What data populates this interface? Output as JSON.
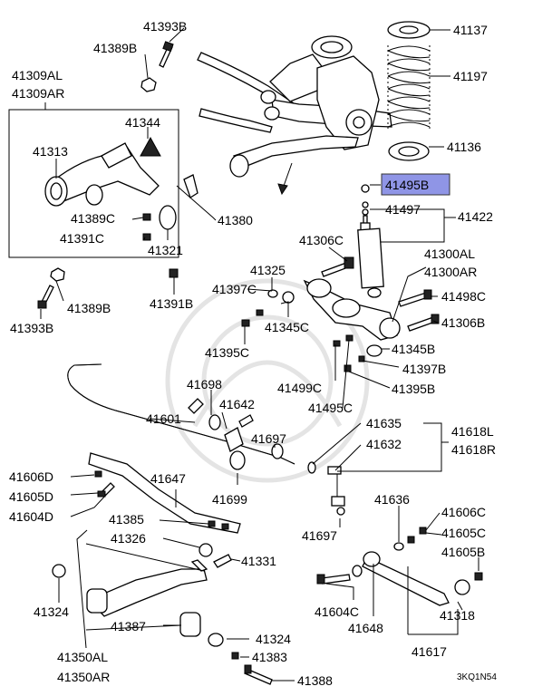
{
  "callouts": [
    {
      "id": "41393B",
      "text": "41393B"
    },
    {
      "id": "41389B_top",
      "text": "41389B"
    },
    {
      "id": "41309AL",
      "text": "41309AL"
    },
    {
      "id": "41309AR",
      "text": "41309AR"
    },
    {
      "id": "41344",
      "text": "41344"
    },
    {
      "id": "41313",
      "text": "41313"
    },
    {
      "id": "41389C",
      "text": "41389C"
    },
    {
      "id": "41391C",
      "text": "41391C"
    },
    {
      "id": "41321",
      "text": "41321"
    },
    {
      "id": "41380",
      "text": "41380"
    },
    {
      "id": "41389B_bottom",
      "text": "41389B"
    },
    {
      "id": "41393B_bottom",
      "text": "41393B"
    },
    {
      "id": "41391B",
      "text": "41391B"
    },
    {
      "id": "41137",
      "text": "41137"
    },
    {
      "id": "41197",
      "text": "41197"
    },
    {
      "id": "41136",
      "text": "41136"
    },
    {
      "id": "41495B",
      "text": "41495B",
      "highlighted": true
    },
    {
      "id": "41497",
      "text": "41497"
    },
    {
      "id": "41422",
      "text": "41422"
    },
    {
      "id": "41306C",
      "text": "41306C"
    },
    {
      "id": "41325",
      "text": "41325"
    },
    {
      "id": "41397C",
      "text": "41397C"
    },
    {
      "id": "41345C",
      "text": "41345C"
    },
    {
      "id": "41300AL",
      "text": "41300AL"
    },
    {
      "id": "41300AR",
      "text": "41300AR"
    },
    {
      "id": "41498C",
      "text": "41498C"
    },
    {
      "id": "41306B",
      "text": "41306B"
    },
    {
      "id": "41395C",
      "text": "41395C"
    },
    {
      "id": "41345B",
      "text": "41345B"
    },
    {
      "id": "41397B",
      "text": "41397B"
    },
    {
      "id": "41499C",
      "text": "41499C"
    },
    {
      "id": "41395B",
      "text": "41395B"
    },
    {
      "id": "41495C",
      "text": "41495C"
    },
    {
      "id": "41698",
      "text": "41698"
    },
    {
      "id": "41642",
      "text": "41642"
    },
    {
      "id": "41601",
      "text": "41601"
    },
    {
      "id": "41697_top",
      "text": "41697"
    },
    {
      "id": "41699",
      "text": "41699"
    },
    {
      "id": "41635",
      "text": "41635"
    },
    {
      "id": "41632",
      "text": "41632"
    },
    {
      "id": "41618L",
      "text": "41618L"
    },
    {
      "id": "41618R",
      "text": "41618R"
    },
    {
      "id": "41606D",
      "text": "41606D"
    },
    {
      "id": "41605D",
      "text": "41605D"
    },
    {
      "id": "41604D",
      "text": "41604D"
    },
    {
      "id": "41647",
      "text": "41647"
    },
    {
      "id": "41385",
      "text": "41385"
    },
    {
      "id": "41697_bottom",
      "text": "41697"
    },
    {
      "id": "41636",
      "text": "41636"
    },
    {
      "id": "41606C",
      "text": "41606C"
    },
    {
      "id": "41605C",
      "text": "41605C"
    },
    {
      "id": "41605B",
      "text": "41605B"
    },
    {
      "id": "41326",
      "text": "41326"
    },
    {
      "id": "41331",
      "text": "41331"
    },
    {
      "id": "41324_left",
      "text": "41324"
    },
    {
      "id": "41604C",
      "text": "41604C"
    },
    {
      "id": "41318",
      "text": "41318"
    },
    {
      "id": "41387",
      "text": "41387"
    },
    {
      "id": "41648",
      "text": "41648"
    },
    {
      "id": "41324_bottom",
      "text": "41324"
    },
    {
      "id": "41350AL",
      "text": "41350AL"
    },
    {
      "id": "41350AR",
      "text": "41350AR"
    },
    {
      "id": "41383",
      "text": "41383"
    },
    {
      "id": "41617",
      "text": "41617"
    },
    {
      "id": "41388",
      "text": "41388"
    }
  ],
  "diagram_code": "3KQ1N54",
  "colors": {
    "highlight": "#8f95e6",
    "ink": "#000000",
    "watermark": "#e4e4e4"
  }
}
